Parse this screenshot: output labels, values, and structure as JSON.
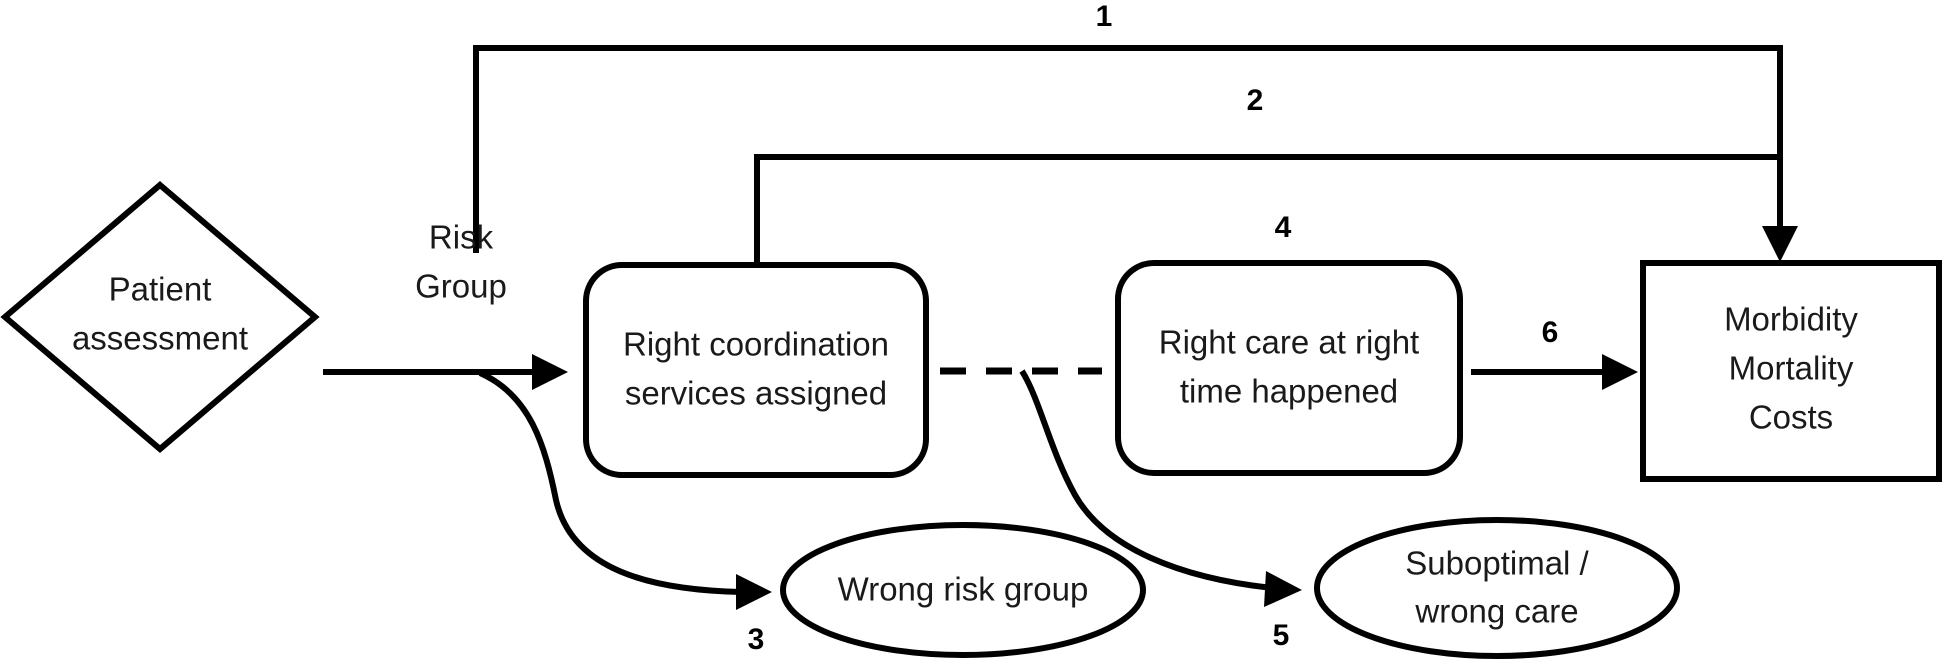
{
  "diagram": {
    "type": "flowchart",
    "background_color": "#ffffff",
    "stroke_color": "#000000",
    "text_color": "#1a1a1a",
    "nodes": [
      {
        "id": "patient-assessment",
        "shape": "diamond",
        "lines": [
          "Patient",
          "assessment"
        ]
      },
      {
        "id": "right-coordination-services",
        "shape": "rounded-rectangle",
        "lines": [
          "Right coordination",
          "services assigned"
        ]
      },
      {
        "id": "right-care-right-time",
        "shape": "rounded-rectangle",
        "lines": [
          "Right care at right",
          "time happened"
        ]
      },
      {
        "id": "morbidity-mortality-costs",
        "shape": "rectangle",
        "lines": [
          "Morbidity",
          "Mortality",
          "Costs"
        ]
      },
      {
        "id": "wrong-risk-group",
        "shape": "ellipse",
        "lines": [
          "Wrong risk group"
        ]
      },
      {
        "id": "suboptimal-wrong-care",
        "shape": "ellipse",
        "lines": [
          "Suboptimal /",
          "wrong care"
        ]
      }
    ],
    "edge_labels": {
      "risk_group": "Risk\nGroup",
      "risk_group_line1": "Risk",
      "risk_group_line2": "Group",
      "one": "1",
      "two": "2",
      "three": "3",
      "four": "4",
      "five": "5",
      "six": "6"
    },
    "edges": [
      {
        "number": "1",
        "from": "patient-assessment",
        "to": "morbidity-mortality-costs",
        "style": "solid-orthogonal",
        "arrow": true
      },
      {
        "number": "2",
        "from": "right-coordination-services",
        "to": "morbidity-mortality-costs",
        "style": "solid-orthogonal",
        "arrow": true
      },
      {
        "number": "3",
        "from": "patient-assessment",
        "to": "wrong-risk-group",
        "style": "curved",
        "arrow": true
      },
      {
        "number": "4",
        "from": "right-coordination-services",
        "to": "right-care-right-time",
        "style": "dashed",
        "arrow": false
      },
      {
        "number": "5",
        "from": "right-coordination-services",
        "to": "suboptimal-wrong-care",
        "style": "curved",
        "arrow": true
      },
      {
        "number": "6",
        "from": "right-care-right-time",
        "to": "morbidity-mortality-costs",
        "style": "solid-straight",
        "arrow": true
      }
    ]
  }
}
